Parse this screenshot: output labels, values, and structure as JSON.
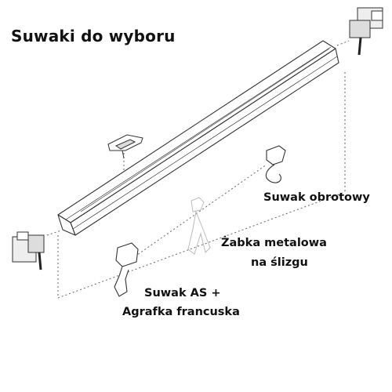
{
  "title": "Suwaki do wyboru",
  "labels": {
    "swivel_slider": "Suwak obrotowy",
    "metal_clip_line1": "Żabka metalowa",
    "metal_clip_line2": "na ślizgu",
    "as_slider_line1": "Suwak AS +",
    "as_slider_line2": "Agrafka francuska"
  },
  "colors": {
    "text": "#111111",
    "line": "#333333",
    "rail_fill": "#ffffff",
    "end_cap_fill": "#dddddd",
    "clip_line": "#bbbbbb"
  }
}
